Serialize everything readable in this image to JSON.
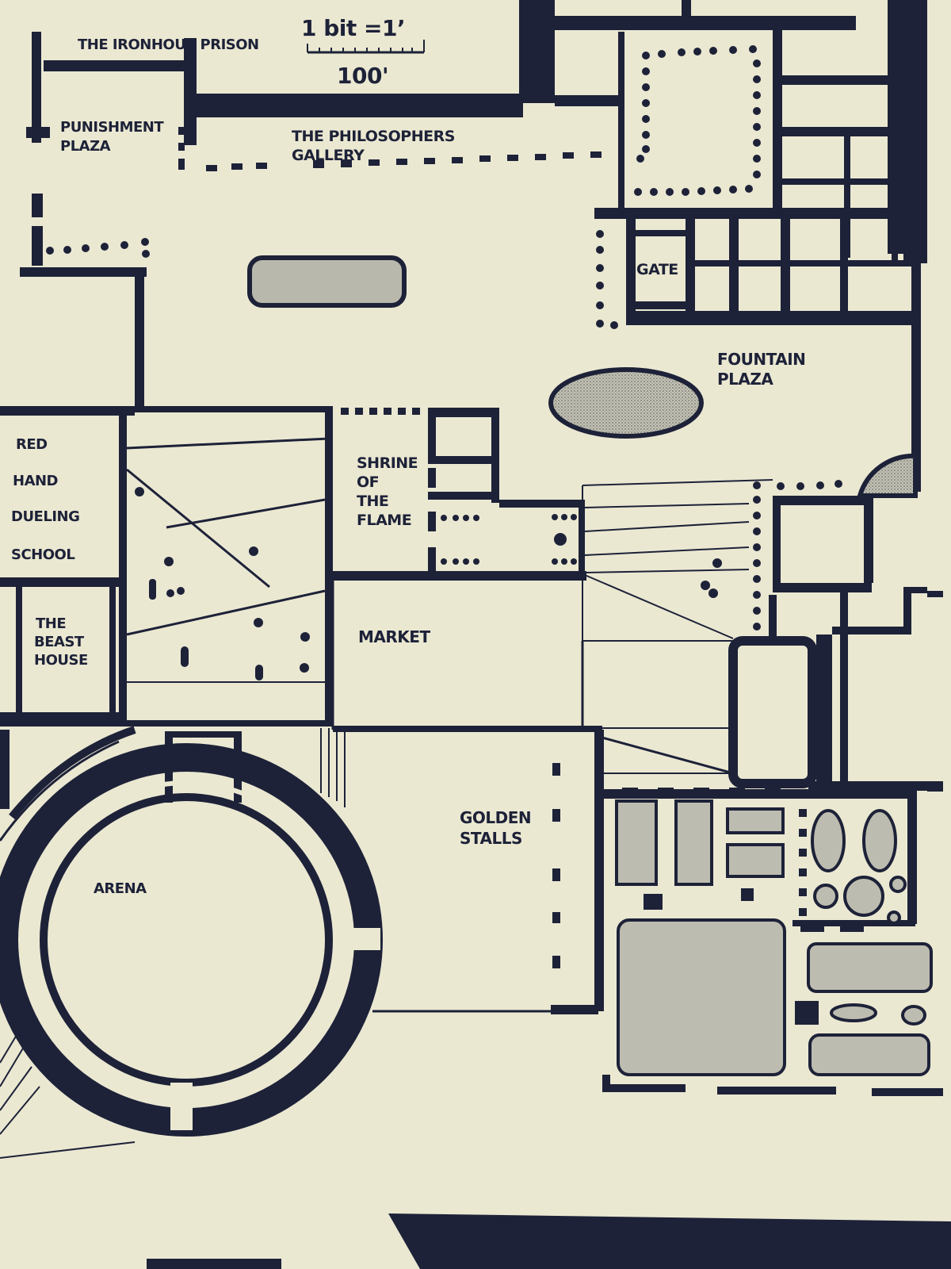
{
  "scale": {
    "ratio": "1 bit =1’",
    "distance": "100'"
  },
  "labels": {
    "iron_house_prison": "THE IRONHOUS PRISON",
    "punishment_plaza": [
      "PUNISHMENT",
      "PLAZA"
    ],
    "philosophers_gallery": [
      "THE PHILOSOPHERS",
      "GALLERY"
    ],
    "gate": "GATE",
    "fountain_plaza": [
      "FOUNTAIN",
      "PLAZA"
    ],
    "red_hand_dueling_school": [
      "RED",
      "HAND",
      "DUELING",
      "SCHOOL"
    ],
    "shrine_of_the_flame": [
      "SHRINE",
      "OF",
      "THE",
      "FLAME"
    ],
    "beast_house": [
      "THE",
      "BEAST",
      "HOUSE"
    ],
    "market": "MARKET",
    "golden_stalls": [
      "GOLDEN",
      "STALLS"
    ],
    "arena": "ARENA"
  },
  "colors": {
    "ink": "#1d2238",
    "paper": "#ebe8d2",
    "stipple": "#b9b8ac"
  }
}
